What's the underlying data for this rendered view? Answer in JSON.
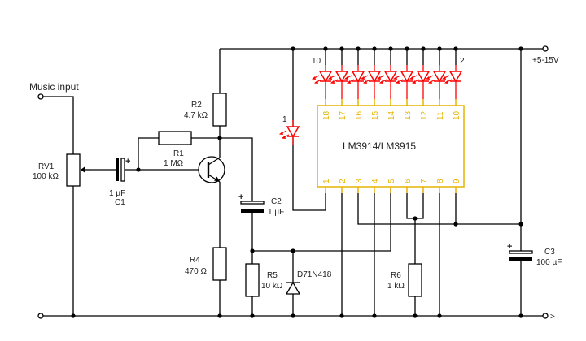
{
  "inputs": {
    "music_input": "Music input"
  },
  "supply": {
    "label": "+5-15V",
    "ground_symbol": ">"
  },
  "components": {
    "rv1": {
      "ref": "RV1",
      "value": "100 kΩ"
    },
    "c1": {
      "ref": "C1",
      "value": "1 µF"
    },
    "r1": {
      "ref": "R1",
      "value": "1 MΩ"
    },
    "r2": {
      "ref": "R2",
      "value": "4.7 kΩ"
    },
    "c2": {
      "ref": "C2",
      "value": "1 µF"
    },
    "r4": {
      "ref": "R4",
      "value": "470 Ω"
    },
    "r5": {
      "ref": "R5",
      "value": "10 kΩ"
    },
    "d7": {
      "ref": "D71N418"
    },
    "r6": {
      "ref": "R6",
      "value": "1 kΩ"
    },
    "c3": {
      "ref": "C3",
      "value": "100 µF"
    }
  },
  "ic": {
    "name": "LM3914/LM3915",
    "top_pins": [
      "18",
      "17",
      "16",
      "15",
      "14",
      "13",
      "12",
      "11",
      "10"
    ],
    "bottom_pins": [
      "1",
      "2",
      "3",
      "4",
      "5",
      "6",
      "7",
      "8",
      "9"
    ]
  },
  "leds": {
    "led_first_label": "1",
    "bank_left_label": "10",
    "bank_right_label": "2",
    "color": "#ff0000"
  },
  "colors": {
    "wire": "#000000",
    "pin": "#e6b400",
    "led": "#ff0000"
  }
}
